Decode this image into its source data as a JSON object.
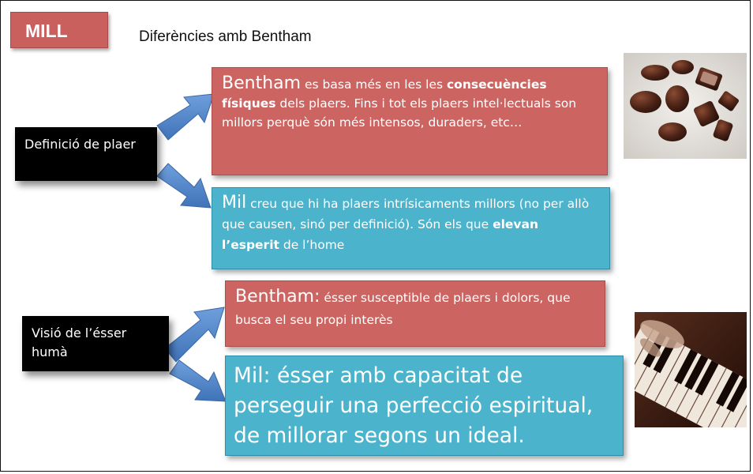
{
  "header": {
    "tag": "MILL",
    "subtitle": "Diferències amb Bentham"
  },
  "labels": {
    "pleasure_definition": "Definició de plaer",
    "human_vision": "Visió de l’ésser humà"
  },
  "boxes": {
    "bentham_pleasure": {
      "lead": "Bentham",
      "text_1": " es basa més en les les ",
      "bold": "consecuències físiques",
      "text_2": " dels plaers. Fins i tot els plaers intel·lectuals son millors perquè són més intensos, duraders, etc…"
    },
    "mill_pleasure": {
      "lead": "Mil",
      "text_1": " creu que hi ha plaers intrísicaments millors (no per allò que causen, sinó per definició). Són els que ",
      "bold": "elevan l’esperit",
      "text_2": " de l’home"
    },
    "bentham_human": {
      "lead": "Bentham:",
      "text": " ésser susceptible de plaers i dolors, que busca el seu propi interès"
    },
    "mill_human": {
      "text": "Mil: ésser amb capacitat de perseguir una perfecció espiritual, de millorar segons un ideal."
    }
  },
  "images": {
    "top": "chocolates-photo",
    "bottom": "piano-keys-photo"
  },
  "colors": {
    "red_box": "#cc6461",
    "blue_box": "#4bb3cb",
    "arrow": "#5a8ed1",
    "label_bg": "#000000"
  }
}
